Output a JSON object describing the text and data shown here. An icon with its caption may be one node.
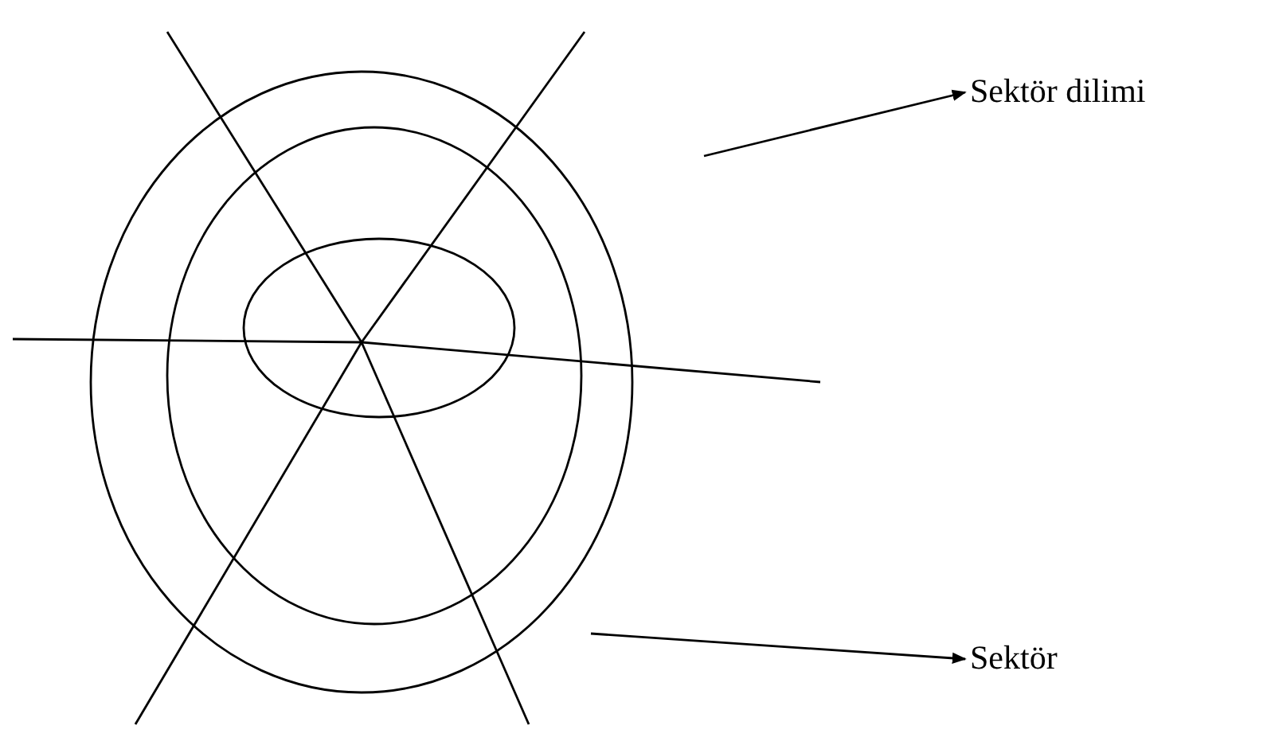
{
  "diagram": {
    "nodes": [
      {
        "text": [],
        "shape": "picture"
      },
      {
        "text": [
          "Sektör dilimi"
        ]
      },
      {
        "text": [
          "Sektör"
        ]
      }
    ],
    "edges": [
      {
        "from": null,
        "to": 1,
        "arrow": "to"
      },
      {
        "from": 0,
        "to": 2,
        "arrow": "to"
      }
    ]
  }
}
